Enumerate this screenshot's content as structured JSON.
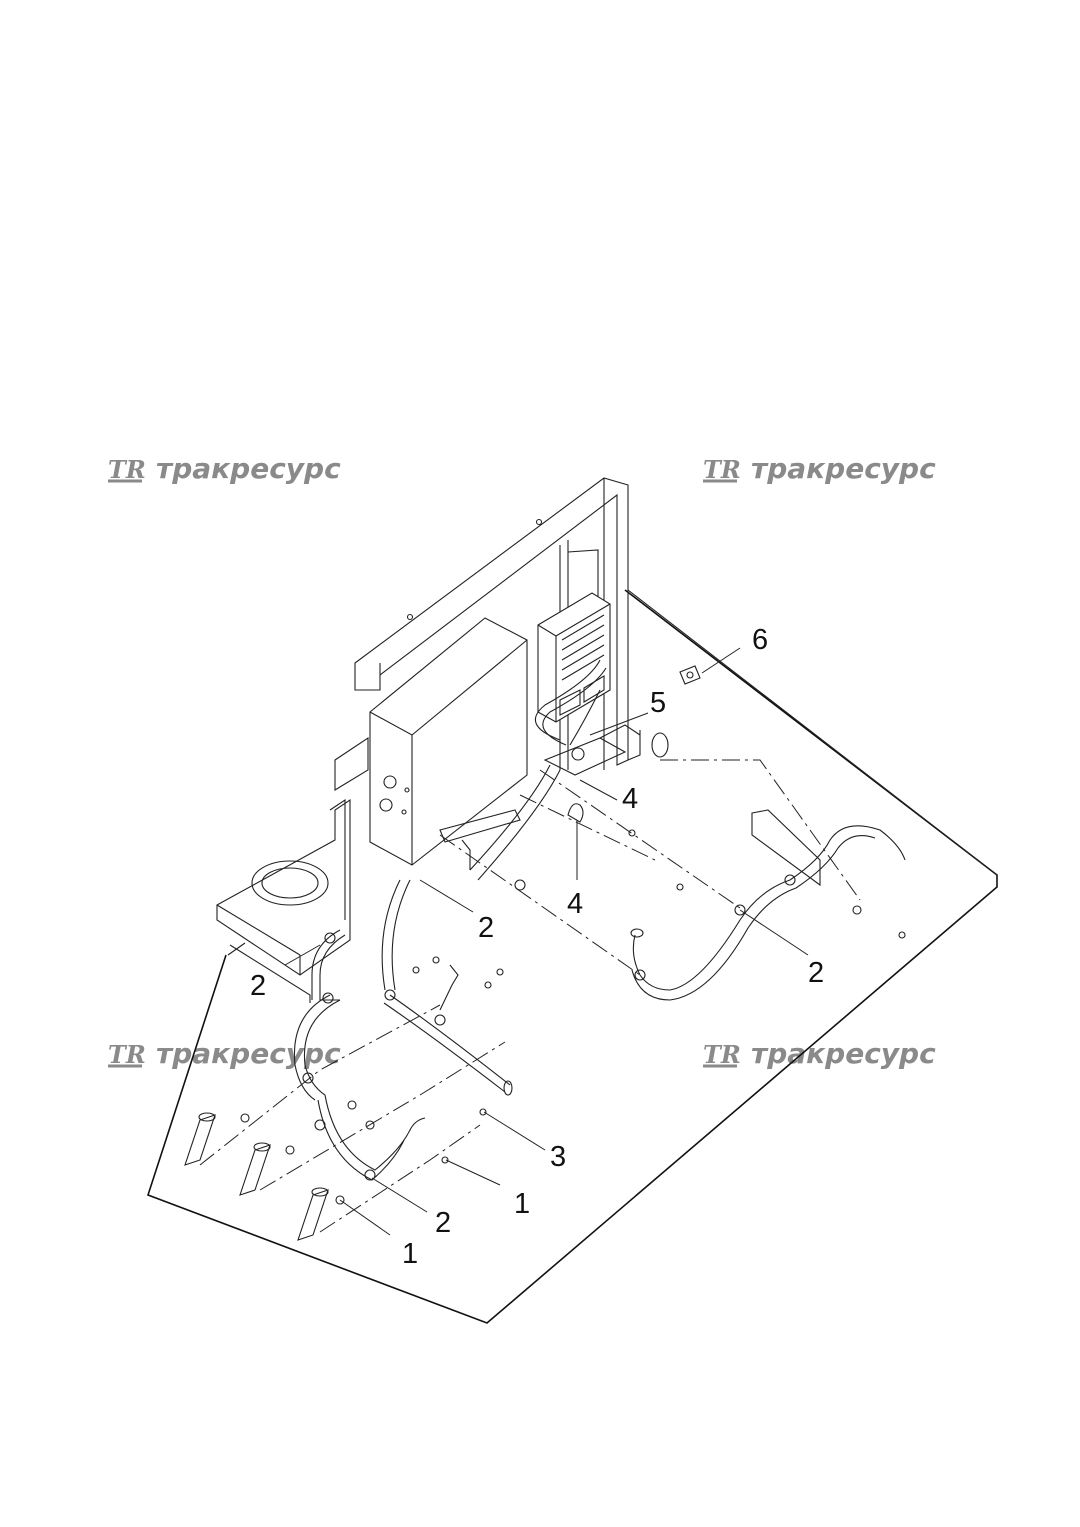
{
  "watermarks": [
    {
      "logo": "TR",
      "text": "тракресурс"
    },
    {
      "logo": "TR",
      "text": "тракресурс"
    },
    {
      "logo": "TR",
      "text": "тракресурс"
    },
    {
      "logo": "TR",
      "text": "тракресурс"
    }
  ],
  "callouts": [
    {
      "label": "6"
    },
    {
      "label": "5"
    },
    {
      "label": "4"
    },
    {
      "label": "4"
    },
    {
      "label": "2"
    },
    {
      "label": "2"
    },
    {
      "label": "2"
    },
    {
      "label": "3"
    },
    {
      "label": "1"
    },
    {
      "label": "2"
    },
    {
      "label": "1"
    }
  ]
}
